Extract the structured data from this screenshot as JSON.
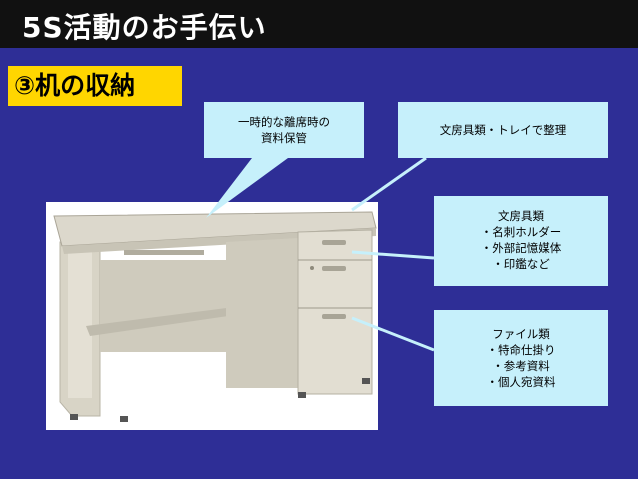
{
  "slide": {
    "title": "5S活動のお手伝い",
    "section_label": "③机の収納"
  },
  "image": {
    "subject": "desk"
  },
  "callouts": [
    {
      "lines": [
        "一時的な離席時の",
        "資料保管"
      ]
    },
    {
      "lines": [
        "文房具類・トレイで整理"
      ]
    },
    {
      "lines": [
        "文房具類",
        "・名刺ホルダー",
        "・外部記憶媒体",
        "・印鑑など"
      ]
    },
    {
      "lines": [
        "ファイル類",
        "・特命仕掛り",
        "・参考資料",
        "・個人宛資料"
      ]
    }
  ],
  "colors": {
    "background": "#2e2e96",
    "title_bar": "#111111",
    "title_text": "#ffffff",
    "section_label_bg": "#ffd600",
    "callout_bg": "#c6f0fb"
  }
}
